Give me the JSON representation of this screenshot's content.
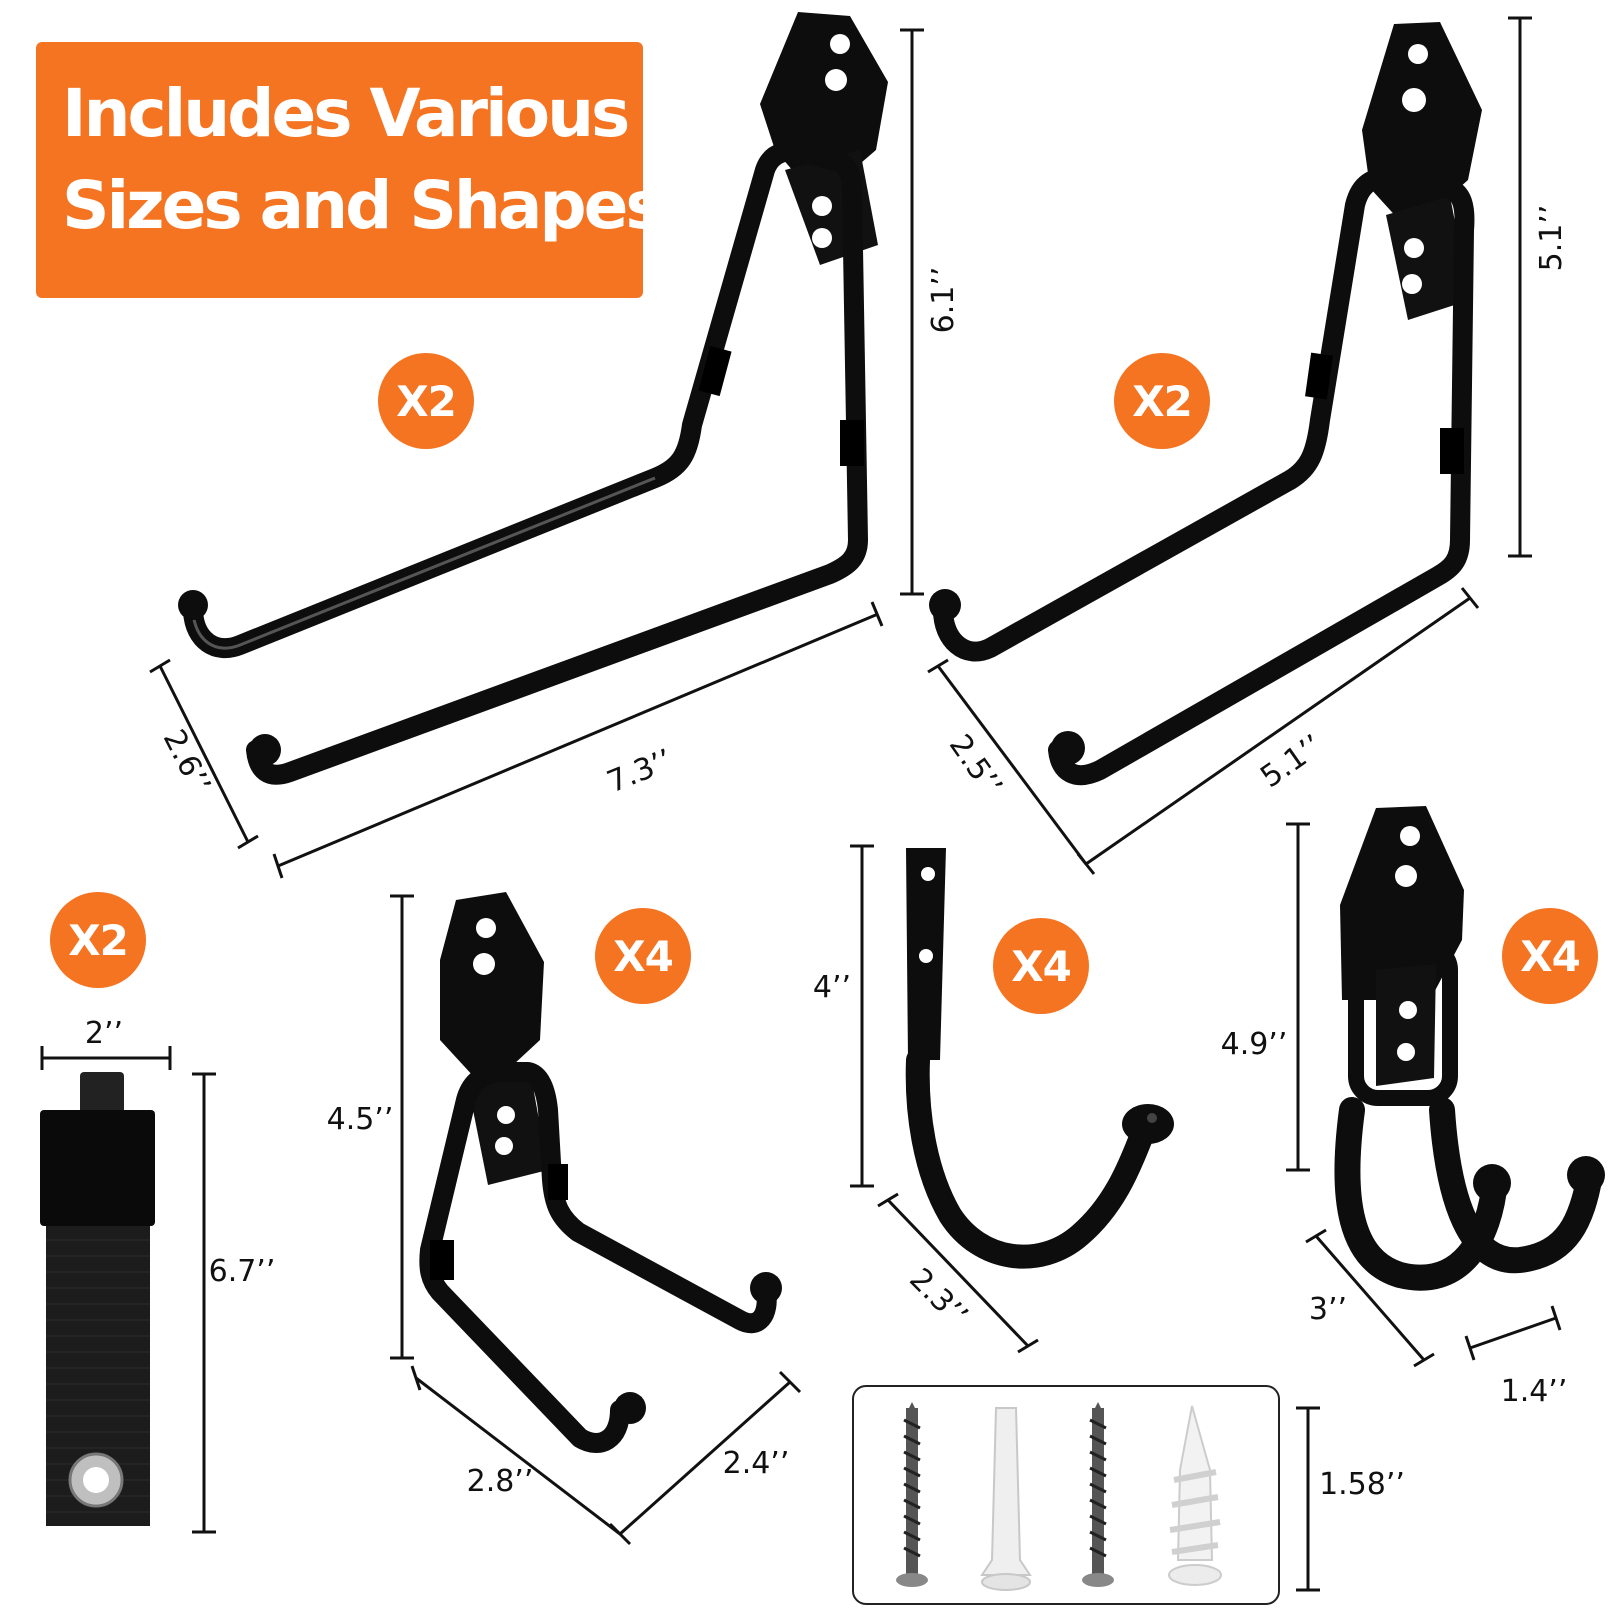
{
  "banner": {
    "line1": "Includes Various",
    "line2": "Sizes and Shapes"
  },
  "colors": {
    "accent": "#f47421",
    "hook": "#0d0d0d",
    "dimension_line": "#111111"
  },
  "products": [
    {
      "id": "large-u-hook",
      "icon": "large-u-hook-icon",
      "quantity": "X2",
      "dims": {
        "height": "6.1’’",
        "length": "7.3’’",
        "depth": "2.6’’"
      }
    },
    {
      "id": "medium-u-hook",
      "icon": "medium-u-hook-icon",
      "quantity": "X2",
      "dims": {
        "height": "5.1’’",
        "length": "5.1’’",
        "depth": "2.5’’"
      }
    },
    {
      "id": "strap",
      "icon": "strap-icon",
      "quantity": "X2",
      "dims": {
        "width": "2’’",
        "height": "6.7’’"
      }
    },
    {
      "id": "double-arm-hook",
      "icon": "double-arm-hook-icon",
      "quantity": "X4",
      "dims": {
        "height": "4.5’’",
        "length": "2.8’’",
        "depth": "2.4’’"
      }
    },
    {
      "id": "j-hook",
      "icon": "j-hook-icon",
      "quantity": "X4",
      "dims": {
        "height": "4’’",
        "depth": "2.3’’"
      }
    },
    {
      "id": "double-prong-hook",
      "icon": "double-prong-hook-icon",
      "quantity": "X4",
      "dims": {
        "height": "4.9’’",
        "depth": "3’’",
        "width": "1.4’’"
      }
    }
  ],
  "hardware": {
    "items": [
      "screw-icon",
      "wall-anchor-icon",
      "screw-icon",
      "drywall-anchor-icon"
    ],
    "height": "1.58’’"
  }
}
